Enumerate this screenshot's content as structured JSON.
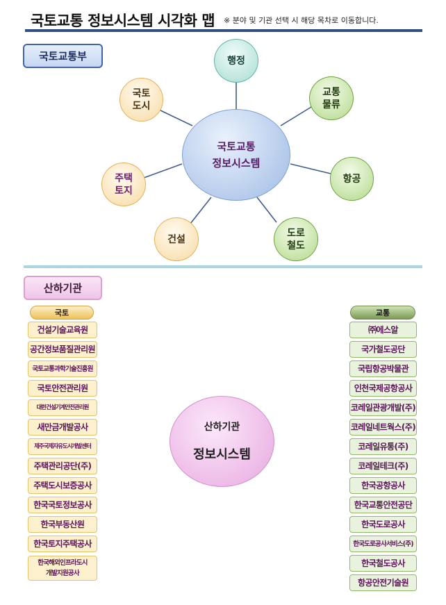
{
  "header": {
    "title": "국토교통 정보시스템 시각화 맵",
    "note": "※ 분야 및 기관 선택 시 해당 목차로 이동합니다."
  },
  "ministry": {
    "label": "국토교통부",
    "center": "국토교통\n정보시스템",
    "fields": [
      {
        "id": "admin",
        "label": "행정"
      },
      {
        "id": "transport-logistics",
        "label": "교통\n물류"
      },
      {
        "id": "aviation",
        "label": "항공"
      },
      {
        "id": "road-rail",
        "label": "도로\n철도"
      },
      {
        "id": "construction",
        "label": "건설"
      },
      {
        "id": "housing-land",
        "label": "주택\n토지"
      },
      {
        "id": "land-city",
        "label": "국토\n도시"
      }
    ]
  },
  "affiliates": {
    "label": "산하기관",
    "center_line1": "산하기관",
    "center_line2": "정보시스템",
    "land_header": "국토",
    "transport_header": "교통",
    "land_orgs": [
      "건설기술교육원",
      "공간정보품질관리원",
      "국토교통과학기술진흥원",
      "국토안전관리원",
      "대한건설기계안전관리원",
      "새만금개발공사",
      "제주국제자유도시개발센터",
      "주택관리공단(주)",
      "주택도시보증공사",
      "한국국토정보공사",
      "한국부동산원",
      "한국토지주택공사",
      "한국해외인프라도시\n개발지원공사"
    ],
    "transport_orgs": [
      "㈜에스알",
      "국가철도공단",
      "국립항공박물관",
      "인천국제공항공사",
      "코레일관광개발(주)",
      "코레일네트웍스(주)",
      "코레일유통(주)",
      "코레일테크(주)",
      "한국공항공사",
      "한국교통안전공단",
      "한국도로공사",
      "한국도로공사서비스(주)",
      "한국철도공사",
      "항공안전기술원"
    ]
  }
}
